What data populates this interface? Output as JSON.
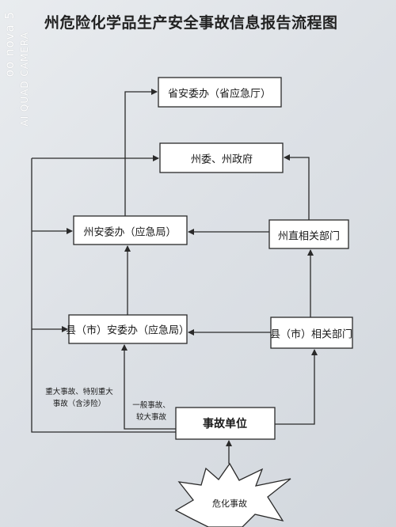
{
  "title": "州危险化学品生产安全事故信息报告流程图",
  "watermark": {
    "brand": "oo nova 5",
    "model": "AI QUAD CAMERA"
  },
  "nodes": {
    "provincial": "省安委办（省应急厅）",
    "prefecture_gov": "州委、州政府",
    "prefecture_safety": "州安委办（应急局）",
    "prefecture_depts": "州直相关部门",
    "county_safety": "县（市）安委办（应急局）",
    "county_depts": "县（市）相关部门",
    "accident_unit": "事故单位",
    "hazmat_accident": "危化事故"
  },
  "notes": {
    "major": [
      "重大事故、特别重大",
      "事故（含涉险）"
    ],
    "general": [
      "一般事故、",
      "较大事故"
    ]
  }
}
